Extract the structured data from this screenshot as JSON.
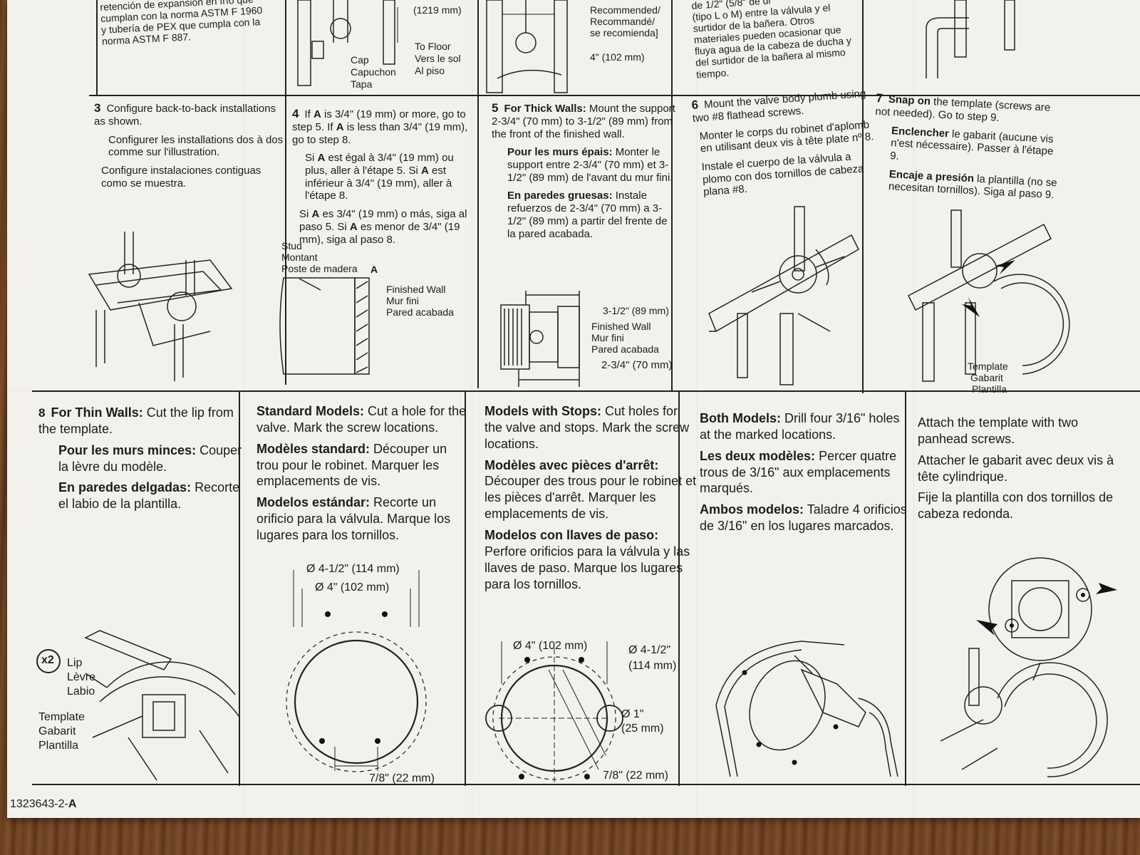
{
  "document": {
    "code": "1323643-2-",
    "code_suffix": "A"
  },
  "top": {
    "p1": {
      "l1": "retención de expansión en frío que",
      "l2": "cumplan con la norma ASTM F 1960",
      "l3": "y tubería de PEX que cumpla con la",
      "l4": "norma ASTM F 887."
    },
    "p2": {
      "len": "(1219 mm)",
      "cap": "Cap",
      "capuchon": "Capuchon",
      "tapa": "Tapa",
      "to_floor": "To Floor",
      "vers_le_sol": "Vers le sol",
      "al_piso": "Al piso"
    },
    "p3": {
      "recommended": "Recommended/",
      "recommande": "Recommandé/",
      "se_recomienda": "se recomienda]",
      "dim": "4\" (102 mm)"
    },
    "p4": {
      "l1": "de 1/2\" (5/8\" de di",
      "l2": "(tipo L o M) entre la válvula y el",
      "l3": "surtidor de la bañera. Otros",
      "l4": "materiales pueden ocasionar que",
      "l5": "fluya agua de la cabeza de ducha y",
      "l6": "del surtidor de la bañera al mismo",
      "l7": "tiempo."
    }
  },
  "step3": {
    "num": "3",
    "en": "Configure back-to-back installations as shown.",
    "fr": "Configurer les installations dos à dos comme sur l'illustration.",
    "es": "Configure instalaciones contiguas como se muestra."
  },
  "step4": {
    "num": "4",
    "en_a": "If ",
    "en_b": "A",
    "en_c": " is 3/4\" (19 mm) or more, go to step 5. If ",
    "en_d": "A",
    "en_e": " is less than 3/4\" (19 mm), go to step 8.",
    "fr_a": "Si ",
    "fr_b": "A",
    "fr_c": " est égal à 3/4\" (19 mm) ou plus, aller à l'étape 5. Si ",
    "fr_d": "A",
    "fr_e": " est inférieur à 3/4\" (19 mm), aller à l'étape 8.",
    "es_a": "Si ",
    "es_b": "A",
    "es_c": " es 3/4\" (19 mm) o más, siga al paso 5. Si ",
    "es_d": "A",
    "es_e": " es menor de 3/4\" (19 mm), siga al paso 8.",
    "stud": "Stud",
    "montant": "Montant",
    "poste": "Poste de madera",
    "a": "A",
    "finished_wall": "Finished Wall",
    "mur_fini": "Mur fini",
    "pared_acabada": "Pared acabada"
  },
  "step5": {
    "num": "5",
    "en_bold": "For Thick Walls:",
    "en": " Mount the support 2-3/4\" (70 mm) to 3-1/2\" (89 mm) from the front of the finished wall.",
    "fr_bold": "Pour les murs épais:",
    "fr": " Monter le support entre 2-3/4\" (70 mm) et 3-1/2\" (89 mm) de l'avant du mur fini.",
    "es_bold": "En paredes gruesas:",
    "es": " Instale refuerzos de 2-3/4\" (70 mm) a 3-1/2\" (89 mm) a partir del frente de la pared acabada.",
    "dim_a": "3-1/2\" (89 mm)",
    "finished_wall": "Finished Wall",
    "mur_fini": "Mur fini",
    "pared_acabada": "Pared acabada",
    "dim_b": "2-3/4\" (70 mm)"
  },
  "step6": {
    "num": "6",
    "en": "Mount the valve body plumb using two #8 flathead screws.",
    "fr": "Monter le corps du robinet d'aplomb en utilisant deux vis à tête plate nº 8.",
    "es": "Instale el cuerpo de la válvula a plomo con dos tornillos de cabeza plana #8."
  },
  "step7": {
    "num": "7",
    "en_bold": "Snap on",
    "en": " the template (screws are not needed). Go to step 9.",
    "fr_bold": "Enclencher",
    "fr": " le gabarit (aucune vis n'est nécessaire). Passer à l'étape 9.",
    "es_bold": "Encaje a presión",
    "es": " la plantilla (no se necesitan tornillos). Siga al paso 9.",
    "template": "Template",
    "gabarit": "Gabarit",
    "plantilla": "Plantilla"
  },
  "step8": {
    "num": "8",
    "en_bold": "For Thin Walls:",
    "en": " Cut the lip from the template.",
    "fr_bold": "Pour les murs minces:",
    "fr": " Couper la lèvre du modèle.",
    "es_bold": "En paredes delgadas:",
    "es": " Recorte el labio de la plantilla.",
    "x2": "x2",
    "lip": "Lip",
    "levre": "Lèvre",
    "labio": "Labio",
    "template": "Template",
    "gabarit": "Gabarit",
    "plantilla": "Plantilla"
  },
  "standard": {
    "en_bold": "Standard Models:",
    "en": " Cut a hole for the valve. Mark the screw locations.",
    "fr_bold": "Modèles standard:",
    "fr": " Découper un trou pour le robinet. Marquer les emplacements de vis.",
    "es_bold": "Modelos estándar:",
    "es": " Recorte un orificio para la válvula. Marque los lugares para los tornillos.",
    "dim_outer": "Ø 4-1/2\" (114 mm)",
    "dim_inner": "Ø 4\" (102 mm)",
    "dim_bottom": "7/8\" (22 mm)"
  },
  "stops": {
    "en_bold": "Models with Stops:",
    "en": " Cut holes for the valve and stops. Mark the screw locations.",
    "fr_bold": "Modèles avec pièces d'arrêt:",
    "fr": " Découper des trous pour le robinet et les pièces d'arrêt. Marquer les emplacements de vis.",
    "es_bold": "Modelos con llaves de paso:",
    "es": " Perfore orificios para la válvula y las llaves de paso. Marque los lugares para los tornillos.",
    "dim_inner": "Ø 4\" (102 mm)",
    "dim_outer_a": "Ø 4-1/2\"",
    "dim_outer_b": "(114 mm)",
    "dim_stop_a": "Ø 1\"",
    "dim_stop_b": "(25 mm)",
    "dim_bottom": "7/8\" (22 mm)"
  },
  "both": {
    "en_bold": "Both Models:",
    "en": " Drill four 3/16\" holes at the marked locations.",
    "fr_bold": "Les deux modèles:",
    "fr": " Percer quatre trous de 3/16\" aux emplacements marqués.",
    "es_bold": "Ambos modelos:",
    "es": " Taladre 4 orificios de 3/16\" en los lugares marcados."
  },
  "attach": {
    "en": "Attach the template with two panhead screws.",
    "fr": "Attacher le gabarit avec deux vis à tête cylindrique.",
    "es": "Fije la plantilla con dos tornillos de cabeza redonda."
  }
}
